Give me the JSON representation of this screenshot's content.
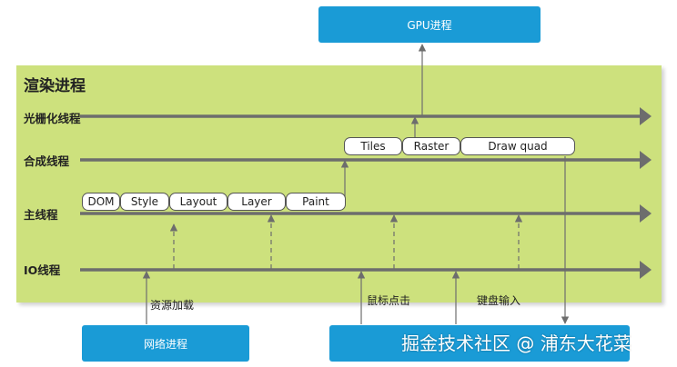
{
  "gpu_process": {
    "label": "GPU进程"
  },
  "render_process": {
    "title": "渲染进程",
    "threads": {
      "raster": "光栅化线程",
      "compositor": "合成线程",
      "main": "主线程",
      "io": "IO线程"
    },
    "compositor_tasks": [
      "Tiles",
      "Raster",
      "Draw quad"
    ],
    "main_tasks": [
      "DOM",
      "Style",
      "Layout",
      "Layer",
      "Paint"
    ]
  },
  "events": {
    "resource_loading": "资源加载",
    "mouse_click": "鼠标点击",
    "keyboard_input": "键盘输入"
  },
  "network_process": {
    "label": "网络进程"
  },
  "watermark": "掘金技术社区 @ 浦东大花菜",
  "colors": {
    "process_box": "#1a9bd6",
    "render_area": "#cde17d",
    "thread_line": "#6d6d6d"
  }
}
